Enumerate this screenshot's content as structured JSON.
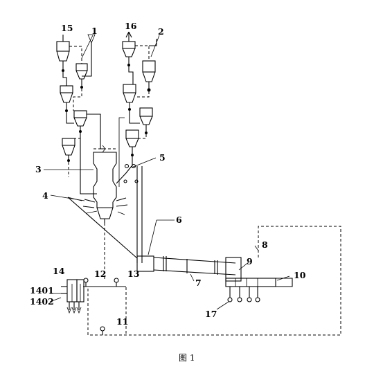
{
  "labels": {
    "l1": "1",
    "l2": "2",
    "l3": "3",
    "l4": "4",
    "l5": "5",
    "l6": "6",
    "l7": "7",
    "l8": "8",
    "l9": "9",
    "l10": "10",
    "l11": "11",
    "l12": "12",
    "l13": "13",
    "l14": "14",
    "l15": "15",
    "l16": "16",
    "l17": "17",
    "l1401": "1401",
    "l1402": "1402"
  },
  "caption": "图 1"
}
